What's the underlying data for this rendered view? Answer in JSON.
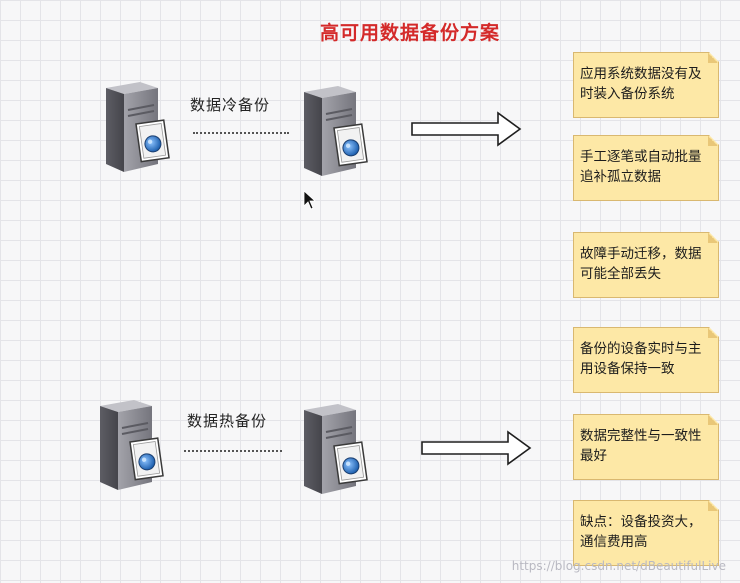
{
  "title": "高可用数据备份方案",
  "sections": [
    {
      "label": "数据冷备份",
      "notes": [
        "应用系统数据没有及时装入备份系统",
        "手工逐笔或自动批量追补孤立数据",
        "故障手动迁移，数据可能全部丢失"
      ]
    },
    {
      "label": "数据热备份",
      "notes": [
        "备份的设备实时与主用设备保持一致",
        "数据完整性与一致性最好",
        "缺点：设备投资大，通信费用高"
      ]
    }
  ],
  "watermark": "https://blog.csdn.net/dBeautifulLive",
  "colors": {
    "title": "#d42a2a",
    "note_fill": "#fde8a6",
    "note_border": "#d9b870",
    "server_body": "#8c8c93",
    "disk_blue": "#2e78c8"
  },
  "icons": [
    "server-icon",
    "document-icon",
    "arrow-right-icon",
    "mouse-cursor-icon"
  ]
}
